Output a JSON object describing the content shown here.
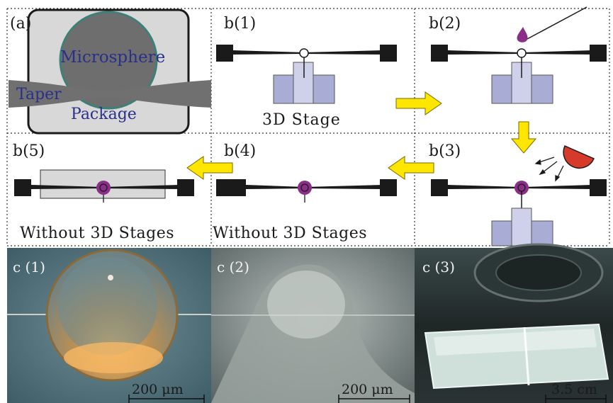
{
  "panels": {
    "a": {
      "label": "(a)",
      "microsphere": "Microsphere",
      "taper": "Taper",
      "package": "Package"
    },
    "b1": {
      "label": "b(1)",
      "stage": "3D Stage"
    },
    "b2": {
      "label": "b(2)"
    },
    "b3": {
      "label": "b(3)"
    },
    "b4": {
      "label": "b(4)",
      "caption": "Without 3D Stages"
    },
    "b5": {
      "label": "b(5)",
      "caption": "Without 3D Stages"
    }
  },
  "photos": {
    "c1": {
      "label": "c (1)",
      "scale": "200 μm"
    },
    "c2": {
      "label": "c (2)",
      "scale": "200 μm"
    },
    "c3": {
      "label": "c (3)",
      "scale": "3.5 cm"
    }
  },
  "colors": {
    "arrow": "#ffe600",
    "stage": "#a9add6",
    "drop": "#8a2f87",
    "lamp": "#d63a2a",
    "package": "#d8d8d8"
  }
}
